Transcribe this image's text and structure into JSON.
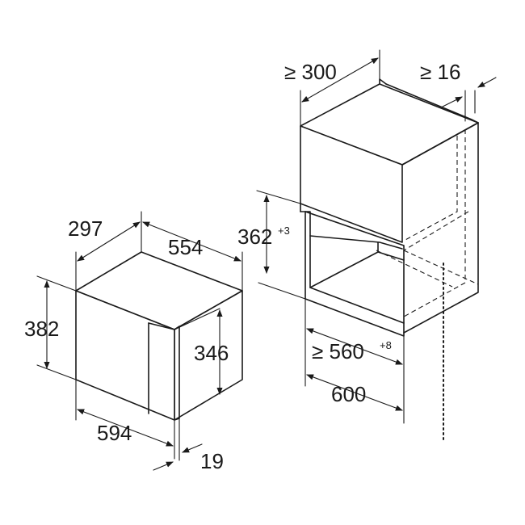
{
  "colors": {
    "stroke": "#1a1a1a",
    "background": "#ffffff"
  },
  "appliance": {
    "depth": "297",
    "width_top": "554",
    "height": "382",
    "panel_height": "346",
    "width_bottom": "594",
    "door_thickness": "19"
  },
  "cabinet": {
    "min_depth": "≥ 300",
    "min_back_gap": "≥ 16",
    "niche_height": "362",
    "niche_height_tol": "+3",
    "niche_width": "≥ 560",
    "niche_width_tol": "+8",
    "cabinet_width": "600"
  },
  "icons": [
    "arrowhead-icon"
  ]
}
